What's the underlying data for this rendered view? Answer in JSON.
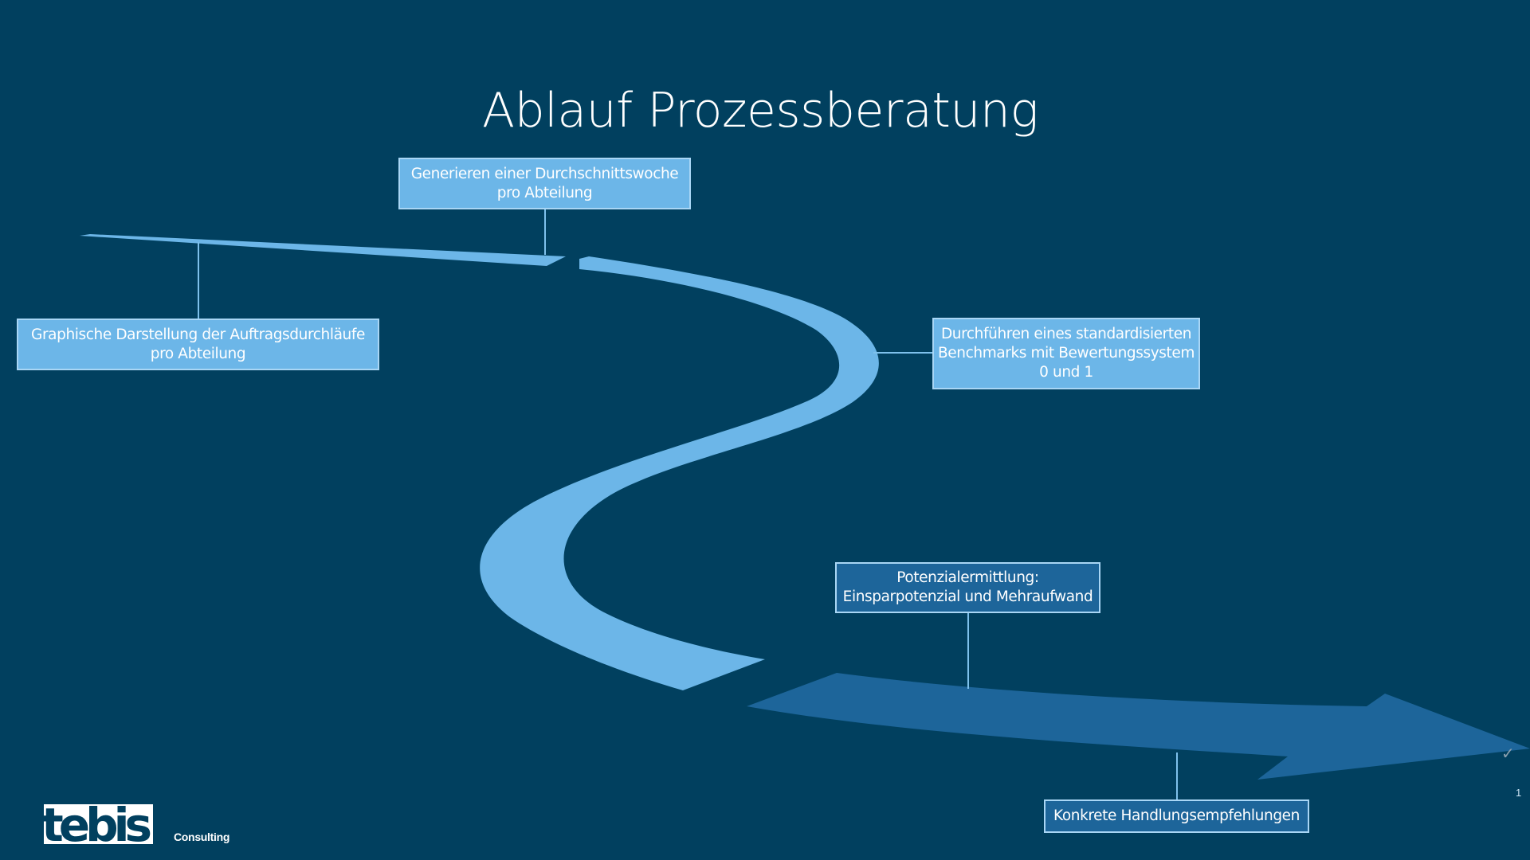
{
  "slide": {
    "title": "Ablauf Prozessberatung",
    "page_number": "1"
  },
  "steps": [
    {
      "label": "Graphische Darstellung der Auftragsdurchläufe\npro Abteilung"
    },
    {
      "label": "Generieren einer Durchschnittswoche\npro Abteilung"
    },
    {
      "label": "Durchführen eines standardisierten\nBenchmarks mit Bewertungssystem\n0 und 1"
    },
    {
      "label": "Potenzialermittlung:\nEinsparpotenzial und Mehraufwand"
    },
    {
      "label": "Konkrete Handlungsempfehlungen"
    }
  ],
  "logo": {
    "wordmark": "tebis",
    "subtitle": "Consulting"
  },
  "icons": {
    "check": "check-icon"
  },
  "colors": {
    "background": "#01405f",
    "road_light": "#6cb6e8",
    "road_dark": "#1d659a",
    "box_border": "#a9d6f5"
  }
}
